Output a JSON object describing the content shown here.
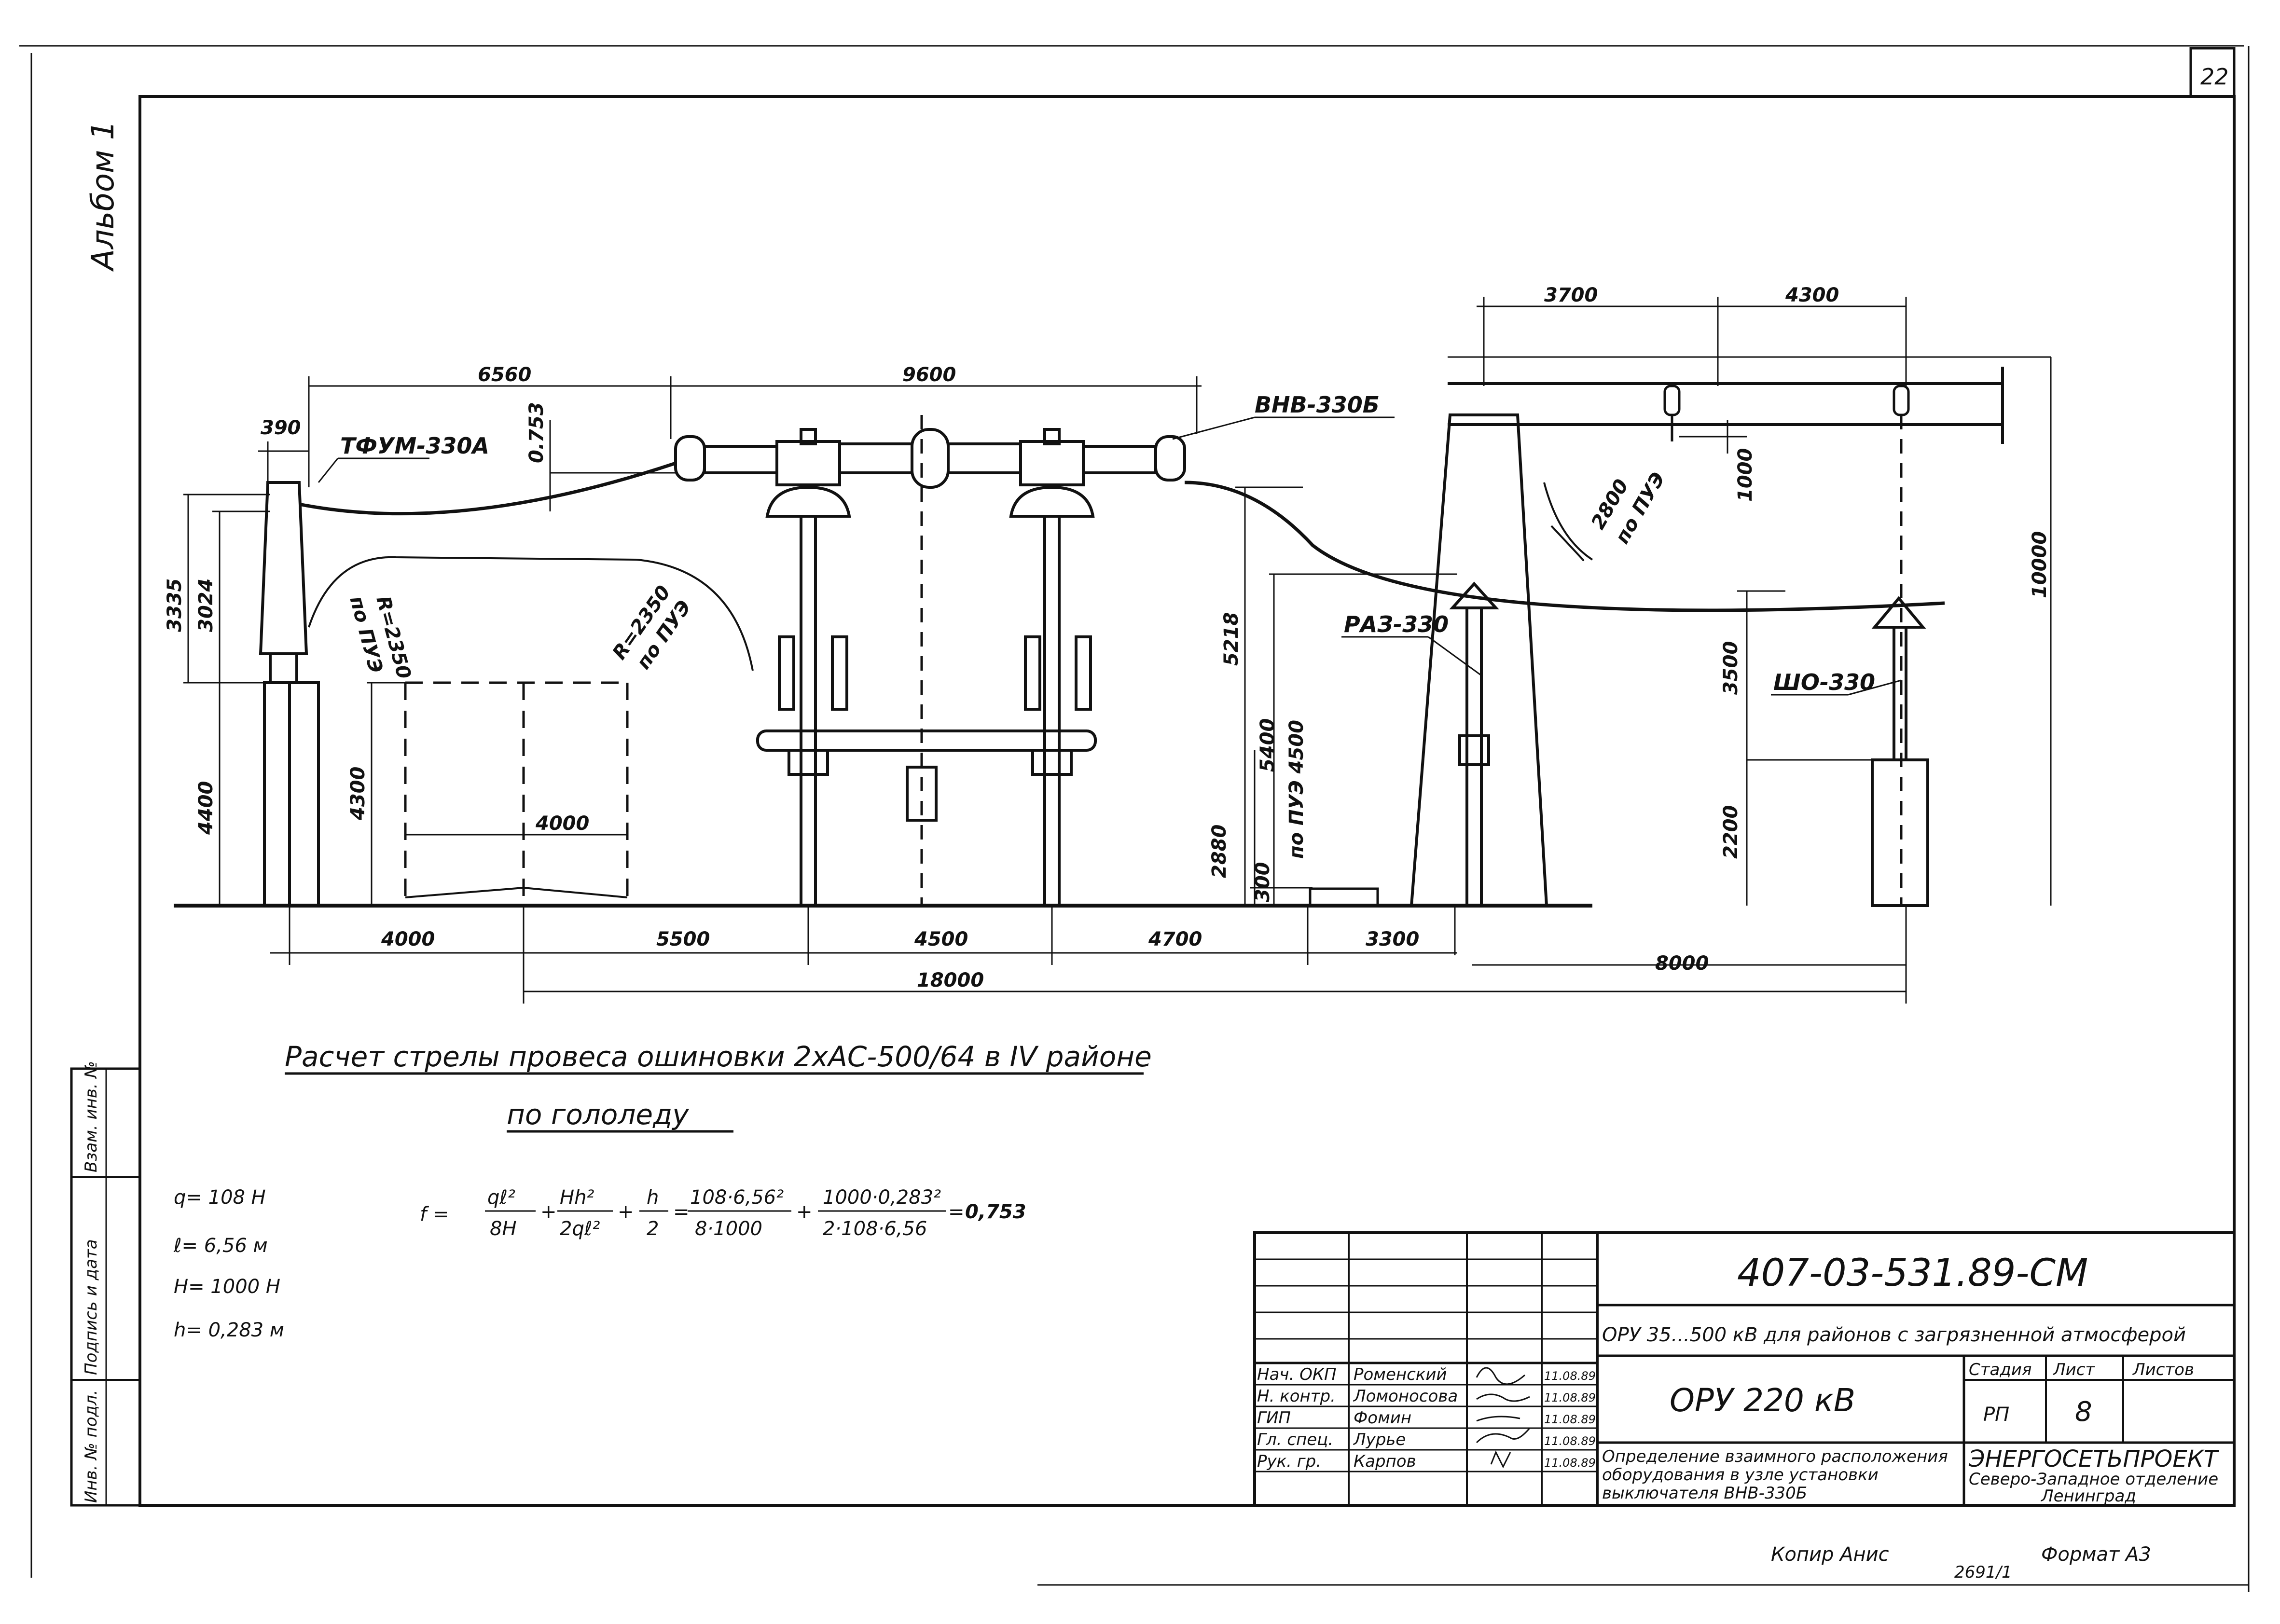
{
  "sheet_number": "22",
  "album_label": "Альбом 1",
  "drawing": {
    "equipment": {
      "transformer": "ТФУМ-330А",
      "breaker": "ВНВ-330Б",
      "arrester": "РАЗ-330",
      "support": "ШО-330"
    },
    "dims": {
      "d6560": "6560",
      "d9600": "9600",
      "d3700": "3700",
      "d4300top": "4300",
      "d390": "390",
      "d0753": "0.753",
      "d3335": "3335",
      "d3024": "3024",
      "d4400": "4400",
      "d4300": "4300",
      "d4000inner": "4000",
      "r2350a": "R=2350",
      "r2350a_note": "по ПУЭ",
      "r2350b": "R=2350",
      "r2350b_note": "по ПУЭ",
      "d5218": "5218",
      "d2880": "2880",
      "d300": "300",
      "d5400": "5400",
      "d5400_note": "по ПУЭ 4500",
      "d2800": "2800",
      "d2800_note": "по ПУЭ",
      "d1000": "1000",
      "d3500": "3500",
      "d2200": "2200",
      "d10000": "10000",
      "b4000": "4000",
      "b5500": "5500",
      "b4500": "4500",
      "b4700": "4700",
      "b3300": "3300",
      "b18000": "18000",
      "b8000": "8000"
    }
  },
  "calc": {
    "title": "Расчет стрелы провеса ошиновки 2хАС-500/64 в IV районе",
    "subtitle": "по гололеду",
    "params": [
      "q= 108 Н",
      "ℓ= 6,56 м",
      "Н= 1000 Н",
      "h= 0,283 м"
    ],
    "formula": {
      "lhs": "f =",
      "t1_num": "qℓ²",
      "t1_den": "8Н",
      "t2_num": "Hh²",
      "t2_den": "2qℓ²",
      "t3_num": "h",
      "t3_den": "2",
      "t4_num": "108·6,56²",
      "t4_den": "8·1000",
      "t5_num": "1000·0,283²",
      "t5_den": "2·108·6,56",
      "result": "0,753"
    }
  },
  "side_stamp": [
    "Инв. № подл.",
    "Подпись и дата",
    "Взам. инв. №"
  ],
  "title_block": {
    "code": "407-03-531.89-СМ",
    "project": "ОРУ 35...500 кВ для районов с загрязненной атмосферой",
    "object": "ОРУ 220 кВ",
    "sheet_desc": [
      "Определение взаимного расположения",
      "оборудования в узле установки",
      "выключателя ВНВ-330Б"
    ],
    "stage_h": "Стадия",
    "sheet_h": "Лист",
    "sheets_h": "Листов",
    "stage": "РП",
    "sheet": "8",
    "sheets": "",
    "org": [
      "ЭНЕРГОСЕТЬПРОЕКТ",
      "Северо-Западное отделение",
      "Ленинград"
    ],
    "people": [
      {
        "role": "Нач. ОКП",
        "name": "Роменский",
        "date": "11.08.89"
      },
      {
        "role": "Н. контр.",
        "name": "Ломоносова",
        "date": "11.08.89"
      },
      {
        "role": "ГИП",
        "name": "Фомин",
        "date": "11.08.89"
      },
      {
        "role": "Гл. спец.",
        "name": "Лурье",
        "date": "11.08.89"
      },
      {
        "role": "Рук. гр.",
        "name": "Карпов",
        "date": "11.08.89"
      }
    ]
  },
  "footer": {
    "copied": "Копир Анис",
    "format": "Формат А3",
    "inv": "2691/1"
  }
}
